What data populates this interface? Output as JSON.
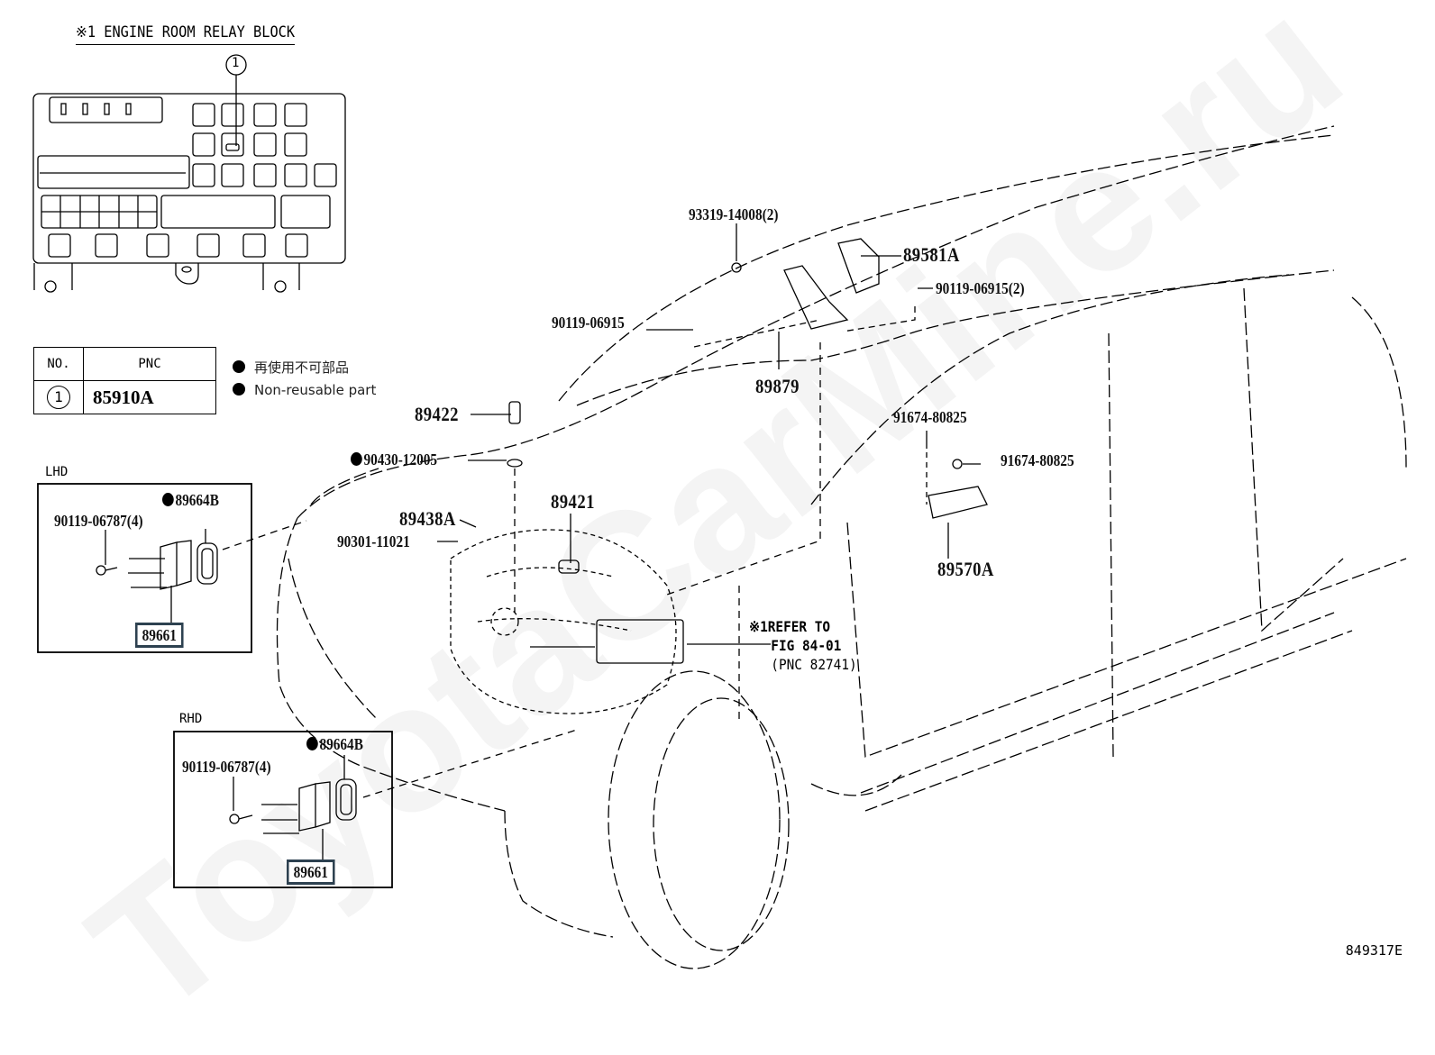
{
  "relay_block": {
    "title": "※1 ENGINE ROOM RELAY BLOCK",
    "callout_number": "1"
  },
  "pnc_table": {
    "headers": [
      "NO.",
      "PNC"
    ],
    "rows": [
      {
        "no": "1",
        "pnc": "85910A"
      }
    ]
  },
  "legend": {
    "items": [
      {
        "icon": "filled-circle-icon",
        "text": "再使用不可部品"
      },
      {
        "icon": "filled-circle-icon",
        "text": "Non-reusable part"
      }
    ]
  },
  "lhd_box": {
    "label": "LHD",
    "parts": {
      "gasket": "89664B",
      "screw": "90119-06787(4)",
      "connector": "89661"
    },
    "gasket_non_reusable": true
  },
  "rhd_box": {
    "label": "RHD",
    "parts": {
      "gasket": "89664B",
      "screw": "90119-06787(4)",
      "connector": "89661"
    },
    "gasket_non_reusable": true
  },
  "parts": {
    "p93319": "93319-14008(2)",
    "p89581A": "89581A",
    "p90119_2": "90119-06915(2)",
    "p90119": "90119-06915",
    "p89879": "89879",
    "p89422": "89422",
    "p90430": "90430-12005",
    "p89438A": "89438A",
    "p90301": "90301-11021",
    "p89421": "89421",
    "p91674_a": "91674-80825",
    "p91674_b": "91674-80825",
    "p89570A": "89570A"
  },
  "non_reusable": {
    "p90430": true
  },
  "refer": {
    "line1": "※1REFER TO",
    "line2": "FIG 84-01",
    "line3": "(PNC 82741)"
  },
  "highlight_color": "#2d4150",
  "figure_id": "849317E",
  "watermark": "ToyotaCarMine.ru"
}
